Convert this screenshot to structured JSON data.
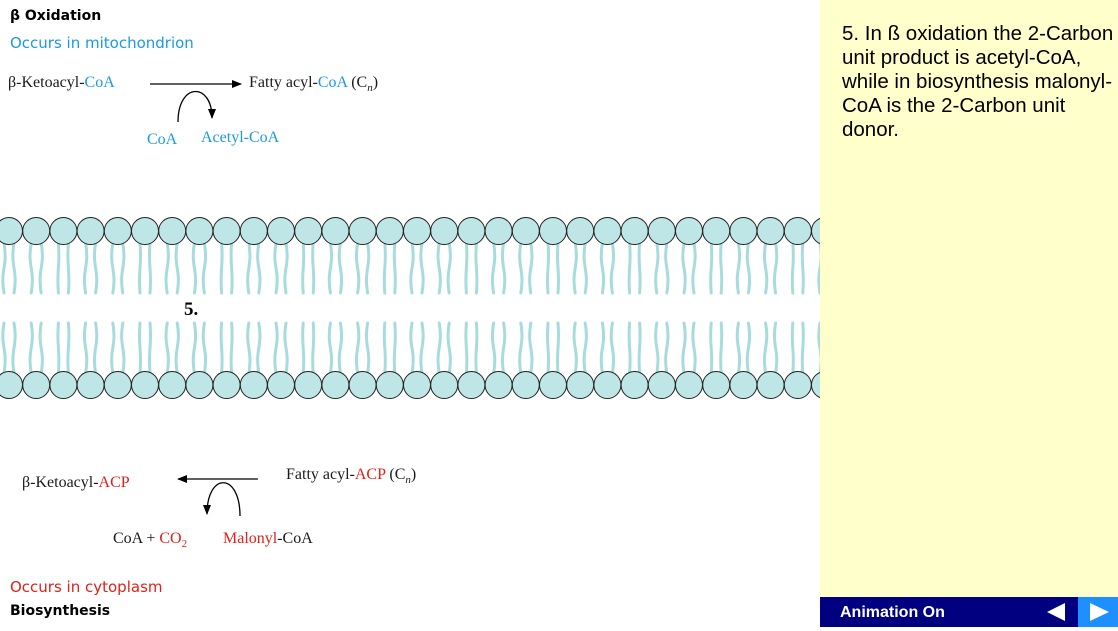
{
  "top": {
    "title": "β Oxidation",
    "location": "Occurs in mitochondrion",
    "reaction": {
      "left_prefix": "β-Ketoacyl-",
      "left_suffix": "CoA",
      "right_prefix": "Fatty acyl-",
      "right_mid": "CoA",
      "right_tail_open": " (C",
      "right_sub": "n",
      "right_tail_close": ")",
      "cofactor_in": "CoA",
      "cofactor_out": "Acetyl-CoA"
    }
  },
  "membrane": {
    "label": "5."
  },
  "bottom": {
    "title": "Biosynthesis",
    "location": "Occurs in cytoplasm",
    "reaction": {
      "left_prefix": "β-Ketoacyl-",
      "left_suffix": "ACP",
      "right_prefix": "Fatty acyl-",
      "right_mid": "ACP",
      "right_tail_open": " (C",
      "right_sub": "n",
      "right_tail_close": ")",
      "product_left": "CoA + ",
      "product_co2": "CO",
      "product_co2_sub": "2",
      "donor_prefix": "Malonyl",
      "donor_suffix": "-CoA"
    }
  },
  "panel": {
    "text": "5. In ß oxidation the 2-Carbon unit product is acetyl-CoA, while in biosynthesis malonyl-CoA is the 2-Carbon unit donor."
  },
  "footer": {
    "label": "Animation On",
    "prev_icon": "triangle-left-icon",
    "next_icon": "triangle-right-icon"
  },
  "colors": {
    "coa_blue": "#1b9ae2",
    "acp_red": "#e0201a",
    "panel_bg": "#ffffcc",
    "footer_bg": "#000080",
    "head_fill": "#bfe6e6",
    "tail_color": "#a8dcdc"
  }
}
